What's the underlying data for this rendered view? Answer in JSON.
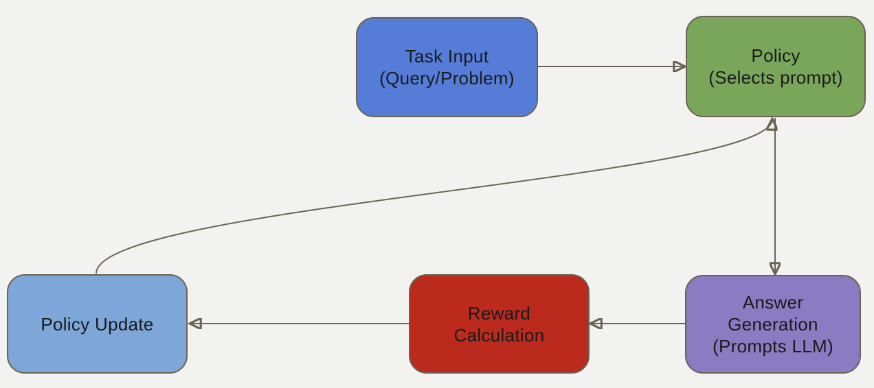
{
  "diagram": {
    "type": "flowchart",
    "background_color": "#f2f2f0",
    "connector_color": "#6b6454",
    "node_border_color": "#6a6353",
    "node_text_color": "#1a1a1a",
    "nodes": [
      {
        "id": "task-input",
        "label": "Task Input\n(Query/Problem)",
        "color": "#557dd8"
      },
      {
        "id": "policy",
        "label": "Policy\n(Selects prompt)",
        "color": "#7aa65b"
      },
      {
        "id": "answer-generation",
        "label": "Answer\nGeneration\n(Prompts LLM)",
        "color": "#8a7cc2"
      },
      {
        "id": "reward-calculation",
        "label": "Reward\nCalculation",
        "color": "#bb2a1c"
      },
      {
        "id": "policy-update",
        "label": "Policy Update",
        "color": "#7da7d9"
      }
    ],
    "edges": [
      {
        "from": "task-input",
        "to": "policy"
      },
      {
        "from": "policy",
        "to": "answer-generation"
      },
      {
        "from": "answer-generation",
        "to": "reward-calculation"
      },
      {
        "from": "reward-calculation",
        "to": "policy-update"
      },
      {
        "from": "policy-update",
        "to": "policy"
      }
    ]
  }
}
